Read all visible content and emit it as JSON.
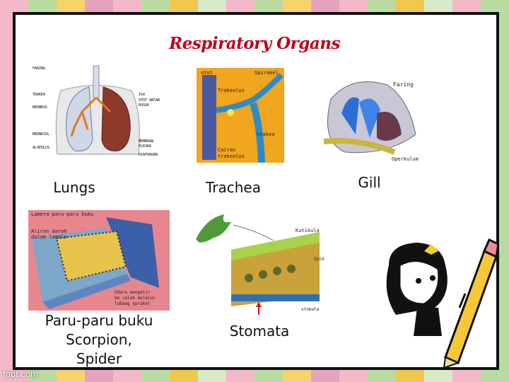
{
  "title": "Respiratory Organs",
  "organs": [
    {
      "label": "Lungs"
    },
    {
      "label": "Trachea"
    },
    {
      "label": "Gill"
    },
    {
      "label_lines": [
        "Paru-paru buku",
        "Scorpion,",
        "Spider"
      ]
    },
    {
      "label": "Stomata"
    }
  ],
  "lungs_labels": [
    "FARING",
    "TRAKEA",
    "BRONKUS",
    "BRONKIOL",
    "ALVEOLUS",
    "IGA",
    "OTOT ANTAR",
    "RUSUK",
    "MEMBRAN",
    "PLEURA",
    "DIAFRAGMA"
  ],
  "trachea_labels": [
    "otot",
    "Spirakel",
    "Trakeolus",
    "trakea",
    "Cairan",
    "trakeolus"
  ],
  "gill_labels": [
    "Faring",
    "Operkulum"
  ],
  "book_lung_labels": [
    "Lamera paru-paru buku",
    "Aliran darah",
    "dalam lamela",
    "Udara mengalir",
    "ke celah melalui",
    "lubang sprakel"
  ],
  "stomata_labels": [
    "Kutikula",
    "Epid",
    "stomata"
  ],
  "footer": "fppt.com"
}
